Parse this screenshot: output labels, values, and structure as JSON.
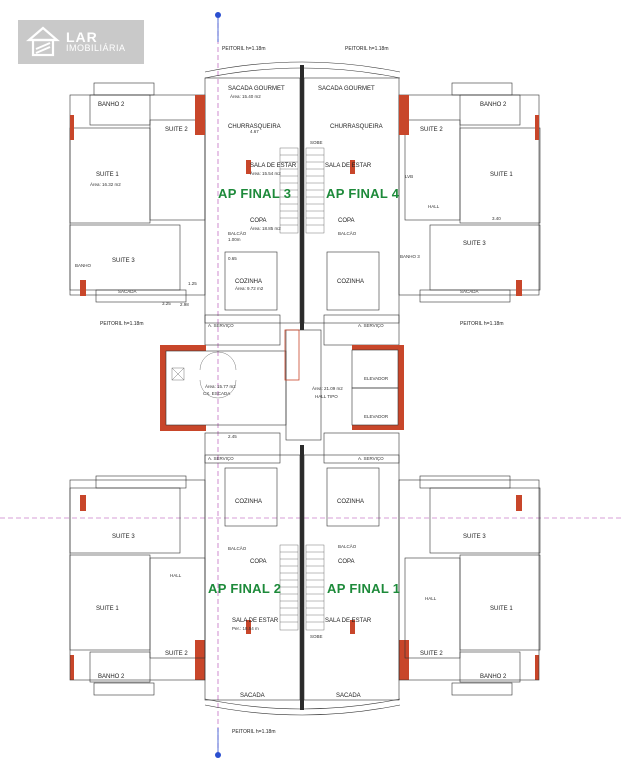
{
  "logo": {
    "line1": "LAR",
    "line2": "IMOBILIÁRIA",
    "line3": ""
  },
  "apartments": [
    "AP FINAL 3",
    "AP FINAL 4",
    "AP FINAL 2",
    "AP FINAL 1"
  ],
  "peitoril": [
    "PEITORIL h=1.18m",
    "PEITORIL h=1.18m",
    "PEITORIL h=1.18m",
    "PEITORIL h=1.18m",
    "PEITORIL h=1.18m"
  ],
  "rooms_top": {
    "sacada_gourmet": "SACADA GOURMET",
    "churrasqueira": "CHURRASQUEIRA",
    "sala_estar": "SALA DE ESTAR",
    "copa": "COPA",
    "balcao": "BALCÃO",
    "cozinha": "COZINHA",
    "a_servico": "A. SERVIÇO",
    "suite1": "SUITE 1",
    "suite2": "SUITE 2",
    "suite3": "SUITE 3",
    "banho2": "BANHO 2",
    "banho3": "BANHO 3",
    "banho1": "BANHO",
    "lvb": "LVB",
    "hall": "HALL",
    "sacada": "SACADA"
  },
  "rooms_core": {
    "escadaria": "CX. ESCADA",
    "hall_tipo": "HALL TIPO",
    "elevador": "ELEVADOR",
    "area_hall": "Área: 21.09 m2",
    "area_escada": "Área: 15.77 m2"
  },
  "rooms_bottom": {
    "sacada": "SACADA",
    "sala_estar": "SALA DE ESTAR",
    "copa": "COPA",
    "balcao": "BALCÃO",
    "cozinha": "COZINHA",
    "a_servico": "A. SERVIÇO",
    "suite1": "SUITE 1",
    "suite2": "SUITE 2",
    "suite3": "SUITE 3",
    "banho2": "BANHO 2",
    "hall": "HALL",
    "sobe": "SOBE"
  },
  "dimensions": {
    "d1": "4.67",
    "d2": "1.00m",
    "d3": "3.40",
    "d4": "2.98",
    "d5": "1.25",
    "d6": "3.25",
    "d7": "0.65",
    "d8": "2.45",
    "area_sala": "Área: 15.54 m2",
    "area_copa": "Área: 18.85 m2",
    "area_suite": "Área: 16.32 m2",
    "area_sacada": "Área: 15.40 m2",
    "per_sala": "Per.: 18.54 m",
    "area_coz": "Área: 9.72 m2"
  }
}
